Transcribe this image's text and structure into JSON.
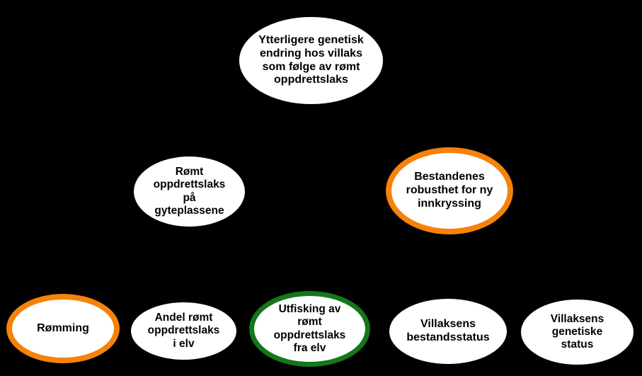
{
  "diagram": {
    "background_color": "#000000",
    "node_fill_color": "#FFFFFF",
    "text_color": "#000000",
    "border_colors": {
      "black": "#000000",
      "orange": "#F5820A",
      "green": "#14771A"
    },
    "nodes": [
      {
        "id": "ytterligere-genetisk-endring",
        "label": "Ytterligere genetisk\nendring hos villaks\nsom følge av rømt\noppdrettslaks",
        "border": "black"
      },
      {
        "id": "romt-oppdrettslaks-pa-gyteplassene",
        "label": "Rømt\noppdrettslaks\npå\ngyteplassene",
        "border": "black"
      },
      {
        "id": "bestandenes-robusthet",
        "label": "Bestandenes\nrobusthet for ny\ninnkryssing",
        "border": "orange"
      },
      {
        "id": "romming",
        "label": "Rømming",
        "border": "orange"
      },
      {
        "id": "andel-romt-oppdrettslaks-i-elv",
        "label": "Andel rømt\noppdrettslaks\ni elv",
        "border": "black"
      },
      {
        "id": "utfisking-av-romt-oppdrettslaks",
        "label": "Utfisking av\nrømt\noppdrettslaks\nfra elv",
        "border": "green"
      },
      {
        "id": "villaksens-bestandsstatus",
        "label": "Villaksens\nbestandsstatus",
        "border": "black"
      },
      {
        "id": "villaksens-genetiske-status",
        "label": "Villaksens\ngenetiske\nstatus",
        "border": "black"
      }
    ]
  }
}
